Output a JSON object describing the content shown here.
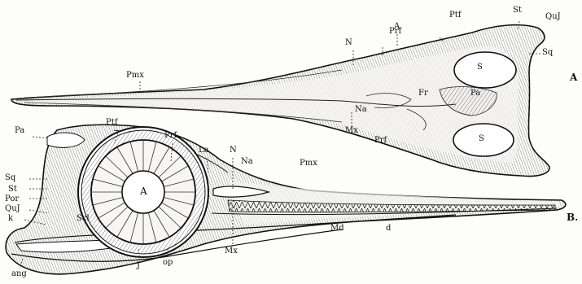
{
  "figure": {
    "panels": [
      {
        "id": "A",
        "label": "A"
      },
      {
        "id": "B",
        "label": "B."
      }
    ],
    "top_labels": {
      "Ptf": "Ptf",
      "St": "St",
      "QuJ": "QuJ",
      "Prf": "Prf",
      "A": "A",
      "N": "N",
      "Sq": "Sq",
      "Pmx": "Pmx",
      "S_upper": "S",
      "Fr": "Fr",
      "Pa": "Pa",
      "Na": "Na",
      "Mx": "Mx",
      "Prf_lower": "Prf",
      "S_lower": "S"
    },
    "side_labels": {
      "Pa": "Pa",
      "Ptf": "Ptf",
      "Prf": "Prf",
      "La": "La",
      "N": "N",
      "Na": "Na",
      "Pmx": "Pmx",
      "Sq": "Sq",
      "St": "St",
      "Por": "Por",
      "QuJ": "QuJ",
      "k": "k",
      "Scl": "Scl",
      "orbit_A": "A",
      "Md": "Md",
      "d": "d",
      "Mx": "Mx",
      "J": "J",
      "op": "op",
      "ang": "ang"
    }
  }
}
